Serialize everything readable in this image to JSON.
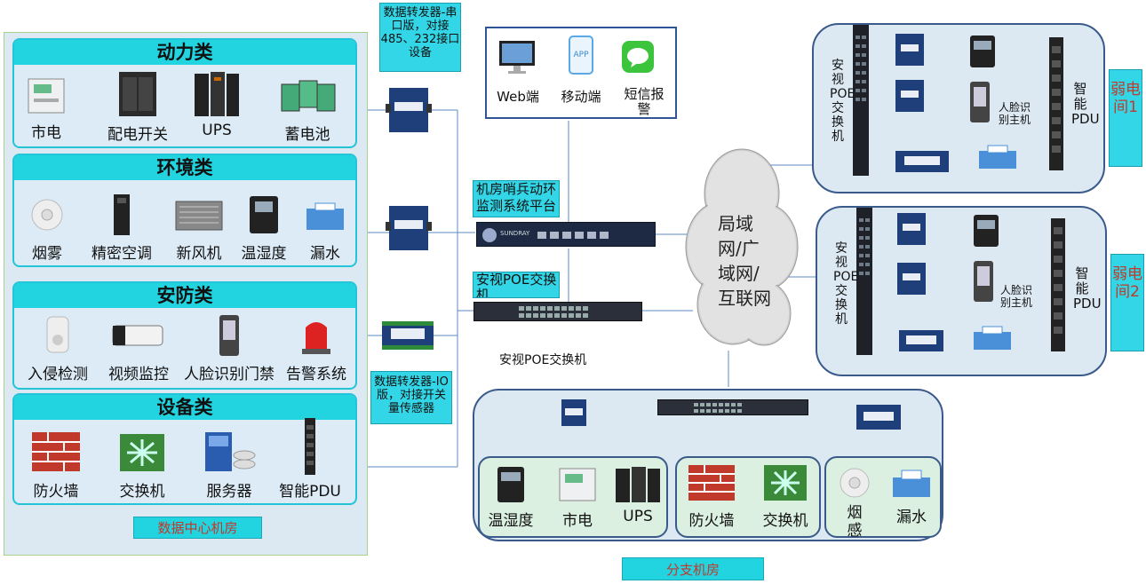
{
  "data_center": {
    "title": "数据中心机房",
    "power": {
      "title": "动力类",
      "items": [
        "市电",
        "配电开关",
        "UPS",
        "蓄电池"
      ]
    },
    "environment": {
      "title": "环境类",
      "items": [
        "烟雾",
        "精密空调",
        "新风机",
        "温湿度",
        "漏水"
      ]
    },
    "security": {
      "title": "安防类",
      "items": [
        "入侵检测",
        "视频监控",
        "人脸识别门禁",
        "告警系统"
      ]
    },
    "equipment": {
      "title": "设备类",
      "items": [
        "防火墙",
        "交换机",
        "服务器",
        "智能PDU"
      ]
    }
  },
  "converters": {
    "serial": "数据转发器-串口版，对接485、232接口设备",
    "io": "数据转发器-IO版，对接开关量传感器"
  },
  "clients": {
    "web": "Web端",
    "mobile": "移动端",
    "sms": "短信报警",
    "app_label": "APP"
  },
  "platform": {
    "label": "机房哨兵动环监测系统平台",
    "brand": "SUNDRAY"
  },
  "poe_switch": {
    "bubble": "安视POE交换机",
    "caption": "安视POE交换机"
  },
  "network": {
    "label": "局域网/广域网/互联网"
  },
  "weak_room_1": {
    "title": "弱电间1",
    "switch_label": "安视POE交换机",
    "pdu_label": "智能PDU",
    "face_label": "人脸识别主机"
  },
  "weak_room_2": {
    "title": "弱电间2",
    "switch_label": "安视POE交换机",
    "pdu_label": "智能PDU",
    "face_label": "人脸识别主机"
  },
  "branch": {
    "title": "分支机房",
    "group1": [
      "温湿度",
      "市电",
      "UPS"
    ],
    "group2": [
      "防火墙",
      "交换机"
    ],
    "group3": [
      "烟感",
      "漏水"
    ]
  },
  "colors": {
    "cyan": "#22d3e0",
    "panel": "#dce9f3",
    "line": "#5b8ac6",
    "room_border": "#3a5a8a",
    "caption_text": "#c0392b"
  }
}
